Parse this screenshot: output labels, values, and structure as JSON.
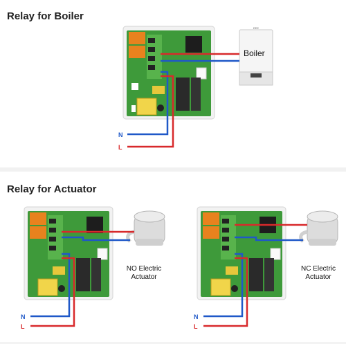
{
  "boiler_section": {
    "title": "Relay for Boiler",
    "boiler_label": "Boiler",
    "boiler_small_text": "ЕЕЕ",
    "wire_n": "N",
    "wire_l": "L"
  },
  "actuator_section": {
    "title": "Relay for Actuator",
    "left": {
      "label_line1": "NO Electric",
      "label_line2": "Actuator",
      "wire_n": "N",
      "wire_l": "L"
    },
    "right": {
      "label_line1": "NC Electric",
      "label_line2": "Actuator",
      "wire_n": "N",
      "wire_l": "L"
    }
  },
  "colors": {
    "wire_red": "#d8292b",
    "wire_blue": "#1f58c8",
    "pcb_green": "#3e9a3a",
    "relay_orange": "#e8821e"
  }
}
